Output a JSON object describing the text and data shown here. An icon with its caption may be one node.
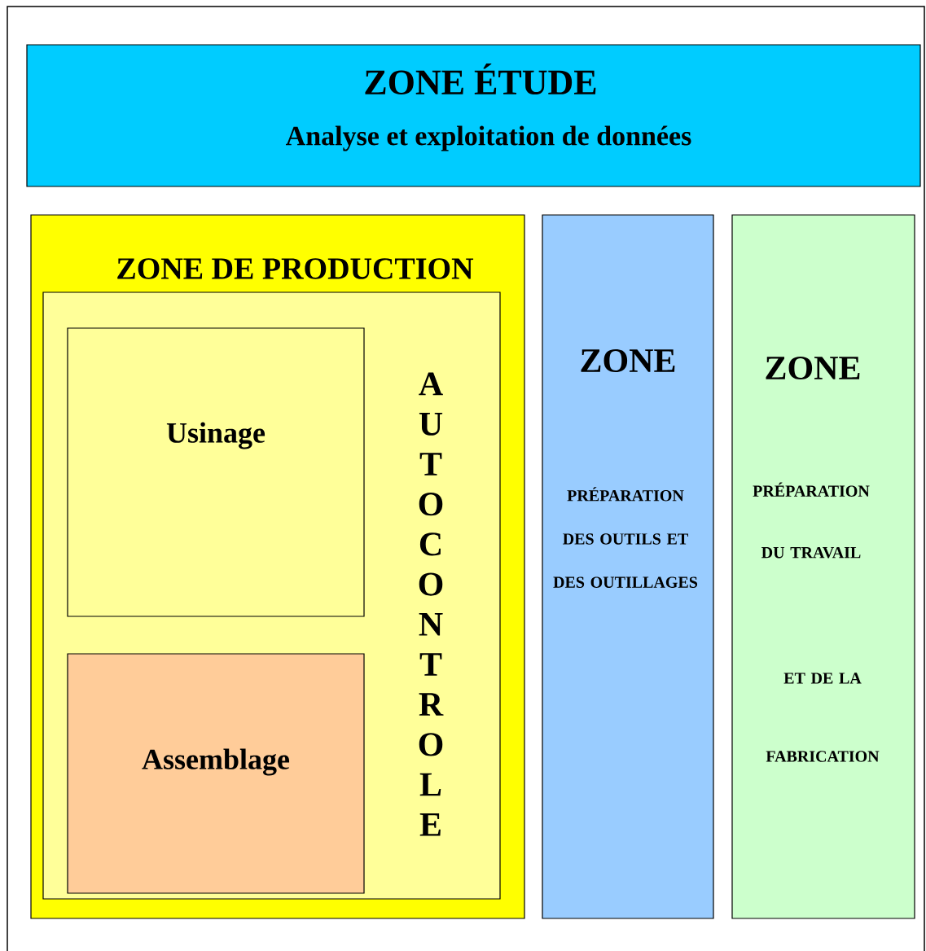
{
  "diagram": {
    "nodes": [
      {
        "text": [
          "ZONE ÉTUDE",
          "Analyse et exploitation de données"
        ]
      },
      {
        "text": [
          "ZONE DE PRODUCTION"
        ]
      },
      {
        "text": [
          "AUTOCONTROLE"
        ],
        "in": 1
      },
      {
        "text": [
          "Usinage"
        ],
        "in": 2
      },
      {
        "text": [
          "Assemblage"
        ],
        "in": 2
      },
      {
        "text": [
          "ZONE",
          "PRÉPARATION DES OUTILS ET DES OUTILLAGES"
        ]
      },
      {
        "text": [
          "ZONE",
          "PRÉPARATION DU TRAVAIL",
          "ET DE LA FABRICATION"
        ]
      }
    ]
  }
}
